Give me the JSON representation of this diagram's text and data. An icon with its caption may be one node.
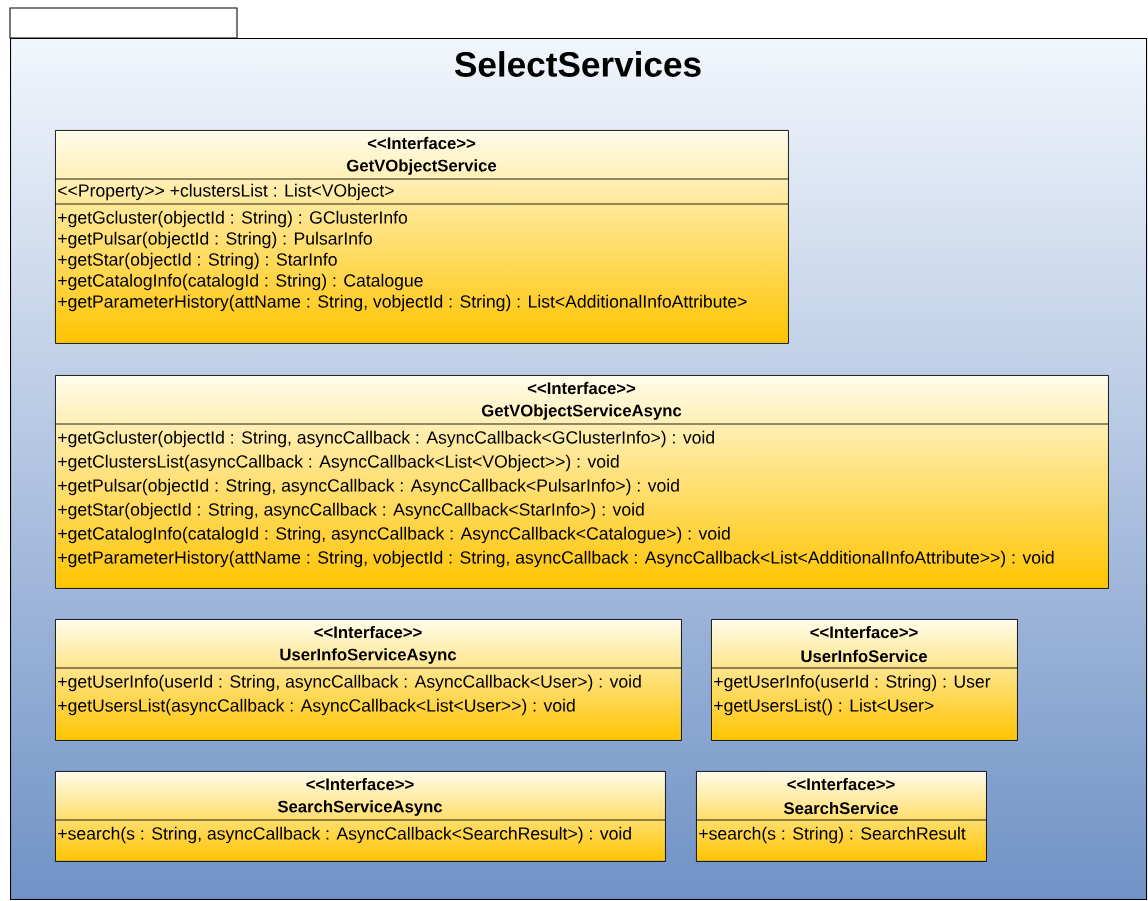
{
  "diagram": {
    "nodes": [
      {
        "text": [
          "SelectServices"
        ]
      },
      {
        "text": [
          "<<Interface>>",
          "GetVObjectService",
          "<<Property>> +clustersList : List<VObject>",
          "+getGcluster(objectId : String) : GClusterInfo",
          "+getPulsar(objectId : String) : PulsarInfo",
          "+getStar(objectId : String) : StarInfo",
          "+getCatalogInfo(catalogId : String) : Catalogue",
          "+getParameterHistory(attName : String, vobjectId : String) : List<AdditionalInfoAttribute>"
        ],
        "in": 0
      },
      {
        "text": [
          "<<Interface>>",
          "GetVObjectServiceAsync",
          "+getGcluster(objectId : String, asyncCallback : AsyncCallback<GClusterInfo>) : void",
          "+getClustersList(asyncCallback : AsyncCallback<List<VObject>>) : void",
          "+getPulsar(objectId : String, asyncCallback : AsyncCallback<PulsarInfo>) : void",
          "+getStar(objectId : String, asyncCallback : AsyncCallback<StarInfo>) : void",
          "+getCatalogInfo(catalogId : String, asyncCallback : AsyncCallback<Catalogue>) : void",
          "+getParameterHistory(attName : String, vobjectId : String, asyncCallback : AsyncCallback<List<AdditionalInfoAttribute>>) : void"
        ],
        "in": 0
      },
      {
        "text": [
          "<<Interface>>",
          "UserInfoServiceAsync",
          "+getUserInfo(userId : String, asyncCallback : AsyncCallback<User>) : void",
          "+getUsersList(asyncCallback : AsyncCallback<List<User>>) : void"
        ],
        "in": 0
      },
      {
        "text": [
          "<<Interface>>",
          "UserInfoService",
          "+getUserInfo(userId : String) : User",
          "+getUsersList() : List<User>"
        ],
        "in": 0
      },
      {
        "text": [
          "<<Interface>>",
          "SearchServiceAsync",
          "+search(s : String, asyncCallback : AsyncCallback<SearchResult>) : void"
        ],
        "in": 0
      },
      {
        "text": [
          "<<Interface>>",
          "SearchService",
          "+search(s : String) : SearchResult"
        ],
        "in": 0
      }
    ]
  }
}
